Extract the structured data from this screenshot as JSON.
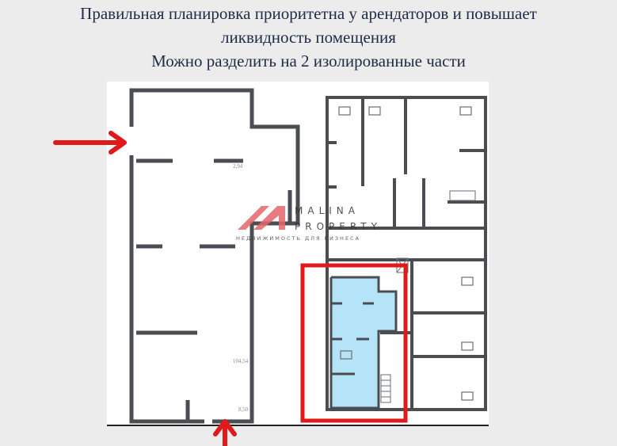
{
  "caption": {
    "line1": "Правильная планировка приоритетна у арендаторов и повышает",
    "line2": "ликвидность помещения",
    "line3": "Можно разделить на 2 изолированные части"
  },
  "floorplan": {
    "area_labels": [
      "2,94",
      "104,54",
      "8,50"
    ],
    "highlight_color": "#b5e3f7",
    "marker_color": "#e0191b",
    "wall_color": "#4a4d52"
  },
  "watermark": {
    "line1": "MALINA",
    "line2": "PROPERTY",
    "tagline": "НЕДВИЖИМОСТЬ ДЛЯ БИЗНЕСА"
  }
}
